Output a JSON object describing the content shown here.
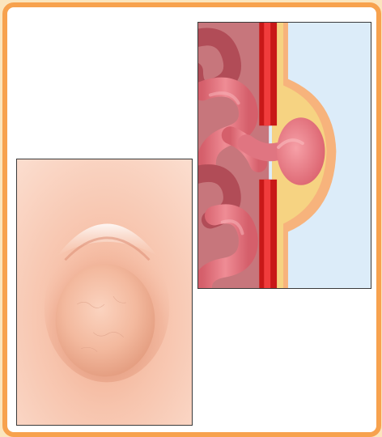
{
  "figure": {
    "panels": [
      {
        "id": "external-view",
        "icon": "umbilical-bulge-external-view"
      },
      {
        "id": "cross-section-view",
        "icon": "umbilical-hernia-cross-section"
      }
    ]
  },
  "colors": {
    "frame_border": "#f7a24e",
    "page_background": "#fbe5bd",
    "skin": "#f6c2a8",
    "bulge": "#f1b89b",
    "intestine": "#e8747f",
    "intestine_dark": "#c85c66",
    "muscle_wall": "#d11f1f",
    "fat_layer": "#f6d382",
    "outside_air": "#dcecf9"
  }
}
